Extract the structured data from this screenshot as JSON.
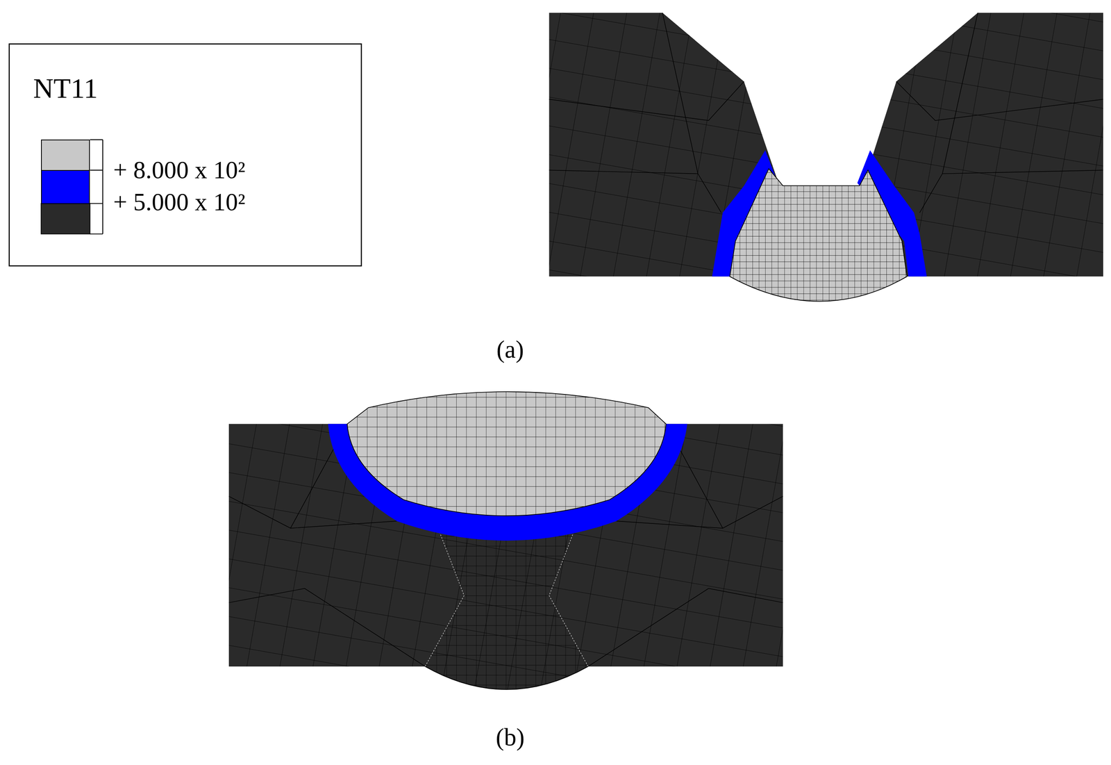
{
  "diagram": {
    "labels": [
      "NT11",
      "(a)",
      "(b)"
    ],
    "legend": [
      {
        "text": "+ 8.000 x 10²",
        "color": "#c8c8c8"
      },
      {
        "text": "+ 5.000 x 10²",
        "color": "#0000ff"
      }
    ]
  }
}
